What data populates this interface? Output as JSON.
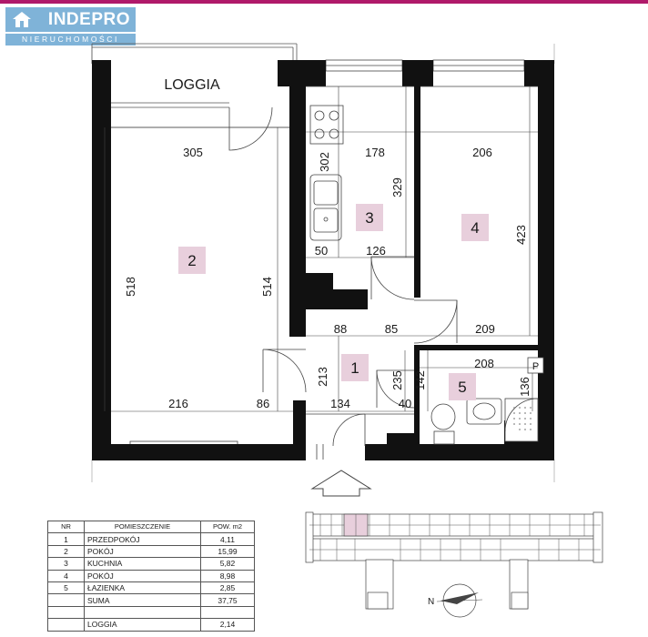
{
  "logo": {
    "name": "INDEPRO",
    "subtitle": "NIERUCHOMOŚCI",
    "color": "#7fb3d8"
  },
  "accent_color": "#b0196a",
  "room_tag_color": "#e8cfdc",
  "labels": {
    "loggia": "LOGGIA"
  },
  "rooms": [
    {
      "number": "1"
    },
    {
      "number": "2"
    },
    {
      "number": "3"
    },
    {
      "number": "4"
    },
    {
      "number": "5"
    }
  ],
  "dimensions": {
    "d305": "305",
    "d178": "178",
    "d206": "206",
    "d302": "302",
    "d329": "329",
    "d423": "423",
    "d518": "518",
    "d514": "514",
    "d50": "50",
    "d126": "126",
    "d88": "88",
    "d85": "85",
    "d209": "209",
    "d208": "208",
    "d142": "142",
    "d213": "213",
    "d235": "235",
    "d136": "136",
    "d216": "216",
    "d86": "86",
    "d134": "134",
    "d40": "40"
  },
  "fixtures": {
    "p_box": "P"
  },
  "table": {
    "headers": {
      "nr": "NR",
      "name": "POMIESZCZENIE",
      "area": "POW. m2"
    },
    "rows": [
      {
        "nr": "1",
        "name": "PRZEDPOKÓJ",
        "area": "4,11"
      },
      {
        "nr": "2",
        "name": "POKÓJ",
        "area": "15,99"
      },
      {
        "nr": "3",
        "name": "KUCHNIA",
        "area": "5,82"
      },
      {
        "nr": "4",
        "name": "POKÓJ",
        "area": "8,98"
      },
      {
        "nr": "5",
        "name": "ŁAZIENKA",
        "area": "2,85"
      }
    ],
    "sum": {
      "name": "SUMA",
      "area": "37,75"
    },
    "loggia": {
      "name": "LOGGIA",
      "area": "2,14"
    }
  },
  "keyplan": {
    "north_letter": "N"
  }
}
